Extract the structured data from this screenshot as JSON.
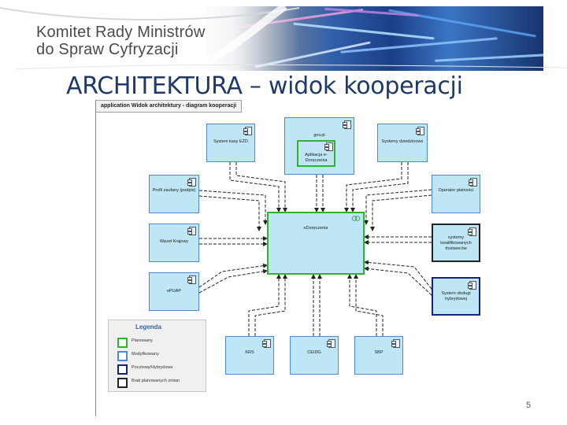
{
  "header": {
    "org_line1": "Komitet Rady Ministrów",
    "org_line2": "do Spraw Cyfryzacji"
  },
  "slide": {
    "title": "ARCHITEKTURA – widok kooperacji",
    "page_number": "5"
  },
  "diagram": {
    "tab_label": "application Widok architektury - diagram kooperacji",
    "boxes": {
      "gov_pl": "gov.pl",
      "aplikacja": "Aplikacja e-Doręczenia",
      "system_kasy": "System kasy EZD",
      "system_dziedzinowe": "Systemy dziedzinowe",
      "profil_zaufany": "Profil zaufany (podpis)",
      "operator_platnosci": "Operator płatności",
      "wezel_krajowy": "Węzeł Krajowy",
      "e_doreczenia": "eDoręczenia",
      "systemy_kwalifikowanych": "systemy kwalifikowanych dostawców",
      "epuap": "ePUAP",
      "system_hybrydowej": "System obsługi hybrydowej",
      "krs": "KRS",
      "ceidg": "CEIDG",
      "sbp": "SBP"
    },
    "legend": {
      "title": "Legenda",
      "items": [
        {
          "label": "Planowany",
          "color": "#2fb432"
        },
        {
          "label": "Modyfikowany",
          "color": "#4c8bd1"
        },
        {
          "label": "Pocztowy/Hybrydowe",
          "color": "#1a1f8e"
        },
        {
          "label": "Brak planowanych zmian",
          "color": "#222222"
        }
      ]
    }
  }
}
